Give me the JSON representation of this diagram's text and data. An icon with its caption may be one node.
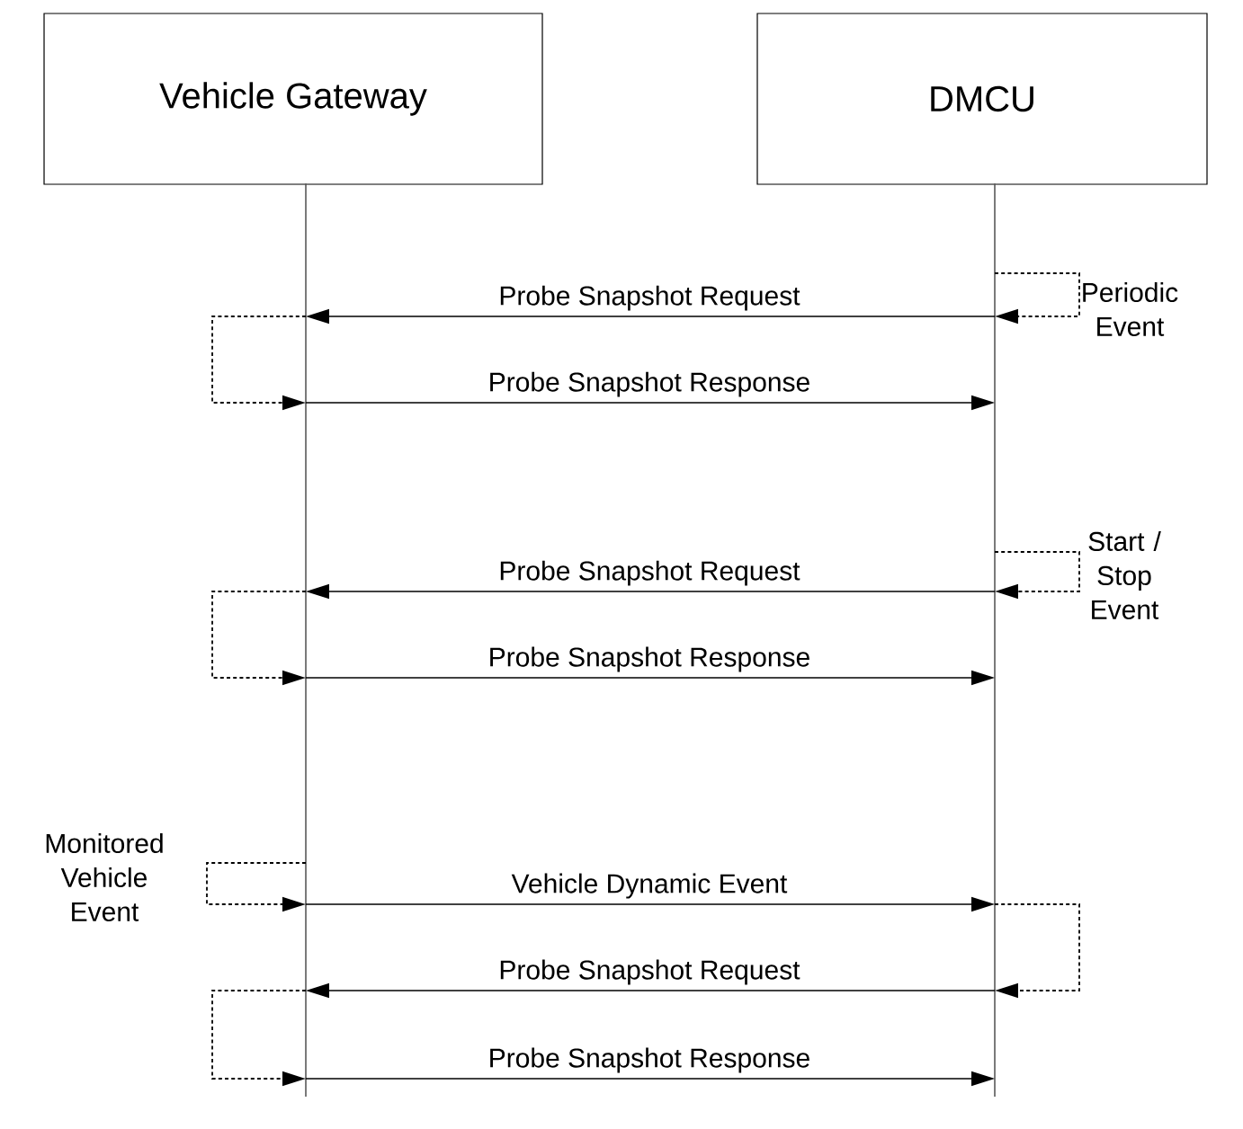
{
  "diagram": {
    "nodes": [
      {
        "text": [
          "Vehicle Gateway"
        ]
      },
      {
        "text": [
          "DMCU"
        ]
      }
    ],
    "edges": [
      {
        "from": 1,
        "to": 1,
        "arrow": "to",
        "style": "dashed",
        "label": "Periodic Event"
      },
      {
        "from": 1,
        "to": 0,
        "arrow": "to",
        "label": "Probe Snapshot Request"
      },
      {
        "from": 0,
        "to": 0,
        "arrow": "to",
        "style": "dashed"
      },
      {
        "from": 0,
        "to": 1,
        "arrow": "to",
        "label": "Probe Snapshot Response"
      },
      {
        "from": 1,
        "to": 1,
        "arrow": "to",
        "style": "dashed",
        "label": "Start / Stop Event"
      },
      {
        "from": 1,
        "to": 0,
        "arrow": "to",
        "label": "Probe Snapshot Request"
      },
      {
        "from": 0,
        "to": 0,
        "arrow": "to",
        "style": "dashed"
      },
      {
        "from": 0,
        "to": 1,
        "arrow": "to",
        "label": "Probe Snapshot Response"
      },
      {
        "from": 0,
        "to": 0,
        "arrow": "to",
        "style": "dashed",
        "label": "Monitored Vehicle Event"
      },
      {
        "from": 0,
        "to": 1,
        "arrow": "to",
        "label": "Vehicle Dynamic Event"
      },
      {
        "from": 1,
        "to": 1,
        "arrow": "to",
        "style": "dashed"
      },
      {
        "from": 1,
        "to": 0,
        "arrow": "to",
        "label": "Probe Snapshot Request"
      },
      {
        "from": 0,
        "to": 0,
        "arrow": "to",
        "style": "dashed"
      },
      {
        "from": 0,
        "to": 1,
        "arrow": "to",
        "label": "Probe Snapshot Response"
      }
    ]
  }
}
